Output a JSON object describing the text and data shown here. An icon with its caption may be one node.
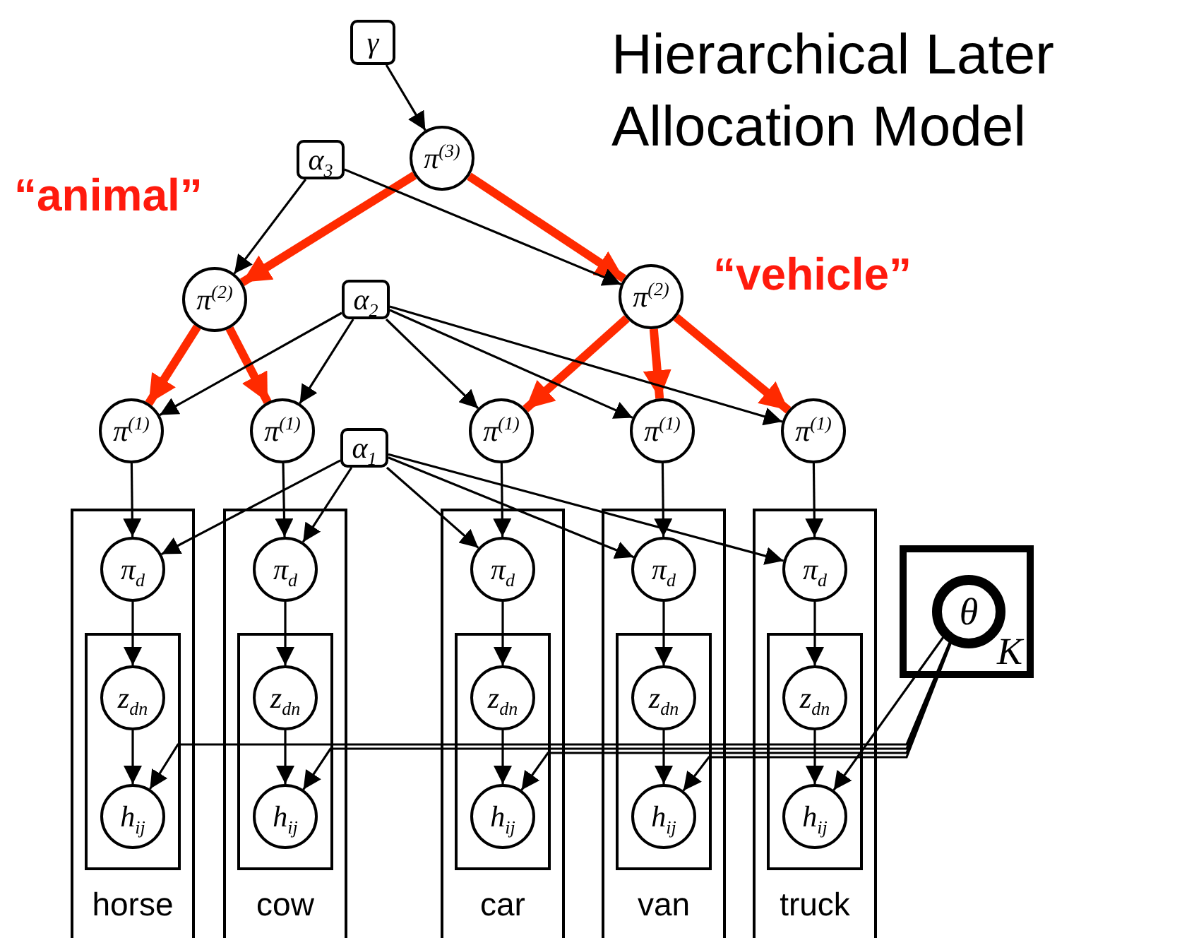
{
  "diagram": {
    "title": "Hierarchical Later Allocation Model",
    "nodes": [
      {
        "text": [
          "γ"
        ]
      },
      {
        "text": [
          "π$^{(3)}$"
        ]
      },
      {
        "text": [
          "α$_{3}$"
        ]
      },
      {
        "text": [
          "π$^{(2)}$"
        ]
      },
      {
        "text": [
          "α$_{2}$"
        ]
      },
      {
        "text": [
          "π$^{(2)}$"
        ]
      },
      {
        "text": [
          "π$^{(1)}$"
        ]
      },
      {
        "text": [
          "π$^{(1)}$"
        ]
      },
      {
        "text": [
          "π$^{(1)}$"
        ]
      },
      {
        "text": [
          "π$^{(1)}$"
        ]
      },
      {
        "text": [
          "π$^{(1)}$"
        ]
      },
      {
        "text": [
          "α$_{1}$"
        ]
      },
      {
        "text": [
          "horse"
        ]
      },
      {
        "text": [
          "π$_{d}$"
        ],
        "in": 12
      },
      {
        "text": [],
        "shape": "box",
        "in": 12
      },
      {
        "text": [
          "z$_{dn}$"
        ],
        "in": 14
      },
      {
        "text": [
          "h$_{ij}$"
        ],
        "in": 14
      },
      {
        "text": [
          "cow"
        ]
      },
      {
        "text": [
          "π$_{d}$"
        ],
        "in": 17
      },
      {
        "text": [],
        "shape": "box",
        "in": 17
      },
      {
        "text": [
          "z$_{dn}$"
        ],
        "in": 19
      },
      {
        "text": [
          "h$_{ij}$"
        ],
        "in": 19
      },
      {
        "text": [
          "car"
        ]
      },
      {
        "text": [
          "π$_{d}$"
        ],
        "in": 22
      },
      {
        "text": [],
        "shape": "box",
        "in": 22
      },
      {
        "text": [
          "z$_{dn}$"
        ],
        "in": 24
      },
      {
        "text": [
          "h$_{ij}$"
        ],
        "in": 24
      },
      {
        "text": [
          "van"
        ]
      },
      {
        "text": [
          "π$_{d}$"
        ],
        "in": 27
      },
      {
        "text": [],
        "shape": "box",
        "in": 27
      },
      {
        "text": [
          "z$_{dn}$"
        ],
        "in": 29
      },
      {
        "text": [
          "h$_{ij}$"
        ],
        "in": 29
      },
      {
        "text": [
          "truck"
        ]
      },
      {
        "text": [
          "π$_{d}$"
        ],
        "in": 32
      },
      {
        "text": [],
        "shape": "box",
        "in": 32
      },
      {
        "text": [
          "z$_{dn}$"
        ],
        "in": 34
      },
      {
        "text": [
          "h$_{ij}$"
        ],
        "in": 34
      },
      {
        "text": [
          "K"
        ]
      },
      {
        "text": [
          "θ"
        ],
        "in": 37
      }
    ],
    "edges": [
      {
        "from": 0,
        "to": 1,
        "arrow": "to"
      },
      {
        "from": 1,
        "to": 3,
        "arrow": "to",
        "style": "thick",
        "color": "#ff2a00"
      },
      {
        "from": 1,
        "to": 5,
        "arrow": "to",
        "style": "thick",
        "color": "#ff2a00"
      },
      {
        "from": 2,
        "to": 3,
        "arrow": "to"
      },
      {
        "from": 2,
        "to": 5,
        "arrow": "to"
      },
      {
        "from": 3,
        "to": 6,
        "arrow": "to",
        "style": "thick",
        "color": "#ff2a00"
      },
      {
        "from": 3,
        "to": 7,
        "arrow": "to",
        "style": "thick",
        "color": "#ff2a00"
      },
      {
        "from": 5,
        "to": 8,
        "arrow": "to",
        "style": "thick",
        "color": "#ff2a00"
      },
      {
        "from": 5,
        "to": 9,
        "arrow": "to",
        "style": "thick",
        "color": "#ff2a00"
      },
      {
        "from": 5,
        "to": 10,
        "arrow": "to",
        "style": "thick",
        "color": "#ff2a00"
      },
      {
        "from": 4,
        "to": 6,
        "arrow": "to"
      },
      {
        "from": 4,
        "to": 7,
        "arrow": "to"
      },
      {
        "from": 4,
        "to": 8,
        "arrow": "to"
      },
      {
        "from": 4,
        "to": 9,
        "arrow": "to"
      },
      {
        "from": 4,
        "to": 10,
        "arrow": "to"
      },
      {
        "from": 6,
        "to": 13,
        "arrow": "to"
      },
      {
        "from": 7,
        "to": 18,
        "arrow": "to"
      },
      {
        "from": 8,
        "to": 23,
        "arrow": "to"
      },
      {
        "from": 9,
        "to": 28,
        "arrow": "to"
      },
      {
        "from": 10,
        "to": 33,
        "arrow": "to"
      },
      {
        "from": 11,
        "to": 13,
        "arrow": "to"
      },
      {
        "from": 11,
        "to": 18,
        "arrow": "to"
      },
      {
        "from": 11,
        "to": 23,
        "arrow": "to"
      },
      {
        "from": 11,
        "to": 28,
        "arrow": "to"
      },
      {
        "from": 11,
        "to": 33,
        "arrow": "to"
      },
      {
        "from": 13,
        "to": 15,
        "arrow": "to"
      },
      {
        "from": 18,
        "to": 20,
        "arrow": "to"
      },
      {
        "from": 23,
        "to": 25,
        "arrow": "to"
      },
      {
        "from": 28,
        "to": 30,
        "arrow": "to"
      },
      {
        "from": 33,
        "to": 35,
        "arrow": "to"
      },
      {
        "from": 15,
        "to": 16,
        "arrow": "to"
      },
      {
        "from": 20,
        "to": 21,
        "arrow": "to"
      },
      {
        "from": 25,
        "to": 26,
        "arrow": "to"
      },
      {
        "from": 30,
        "to": 31,
        "arrow": "to"
      },
      {
        "from": 35,
        "to": 36,
        "arrow": "to"
      },
      {
        "from": 38,
        "to": 16,
        "arrow": "to"
      },
      {
        "from": 38,
        "to": 21,
        "arrow": "to"
      },
      {
        "from": 38,
        "to": 26,
        "arrow": "to"
      },
      {
        "from": 38,
        "to": 31,
        "arrow": "to"
      },
      {
        "from": 38,
        "to": 36,
        "arrow": "to"
      }
    ],
    "labels": [
      "“animal”",
      "“vehicle”"
    ]
  }
}
